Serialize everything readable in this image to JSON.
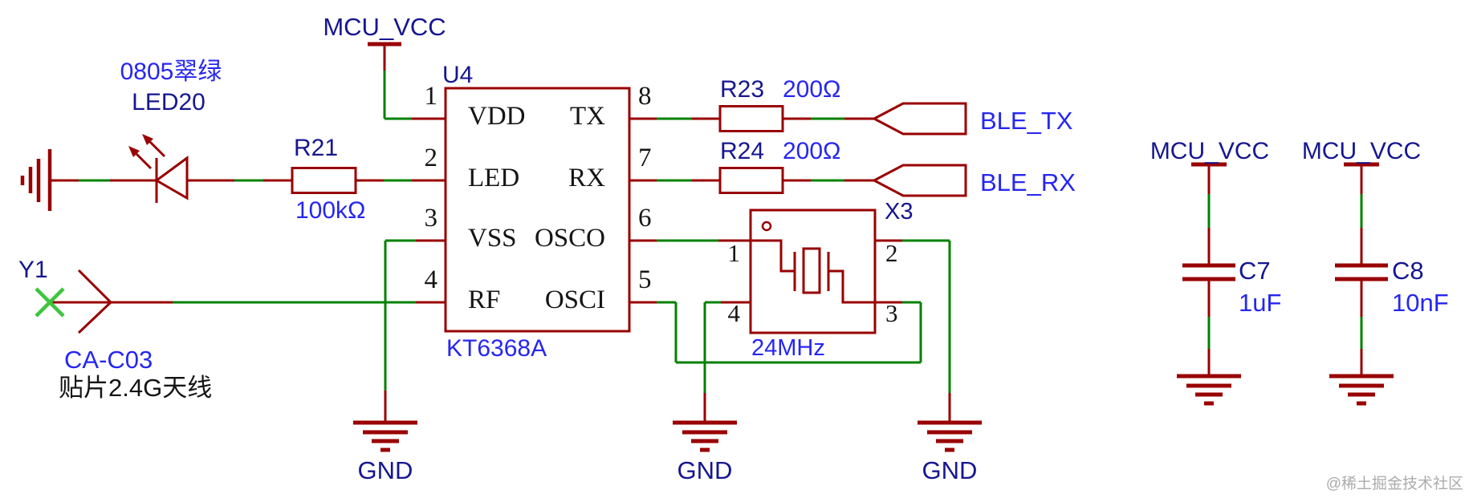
{
  "power": {
    "vcc": "MCU_VCC",
    "gnd": "GND"
  },
  "led": {
    "line1": "0805翠绿",
    "line2": "LED20"
  },
  "r21": {
    "ref": "R21",
    "value": "100kΩ"
  },
  "r23": {
    "ref": "R23",
    "value": "200Ω"
  },
  "r24": {
    "ref": "R24",
    "value": "200Ω"
  },
  "u4": {
    "ref": "U4",
    "part": "KT6368A",
    "pins_left": [
      {
        "num": "1",
        "name": "VDD"
      },
      {
        "num": "2",
        "name": "LED"
      },
      {
        "num": "3",
        "name": "VSS"
      },
      {
        "num": "4",
        "name": "RF"
      }
    ],
    "pins_right": [
      {
        "num": "8",
        "name": "TX"
      },
      {
        "num": "7",
        "name": "RX"
      },
      {
        "num": "6",
        "name": "OSCO"
      },
      {
        "num": "5",
        "name": "OSCI"
      }
    ]
  },
  "flags": {
    "tx": "BLE_TX",
    "rx": "BLE_RX"
  },
  "x3": {
    "ref": "X3",
    "value": "24MHz",
    "pins": {
      "p1": "1",
      "p2": "2",
      "p3": "3",
      "p4": "4"
    }
  },
  "y1": {
    "ref": "Y1",
    "part": "CA-C03",
    "desc": "贴片2.4G天线"
  },
  "c7": {
    "ref": "C7",
    "value": "1uF"
  },
  "c8": {
    "ref": "C8",
    "value": "10nF"
  },
  "watermark": "@稀土掘金技术社区",
  "colors": {
    "component_red": "#990000",
    "wire_green": "#008000",
    "no_connect_green": "#3DC53D",
    "ref_navy": "#16168F",
    "value_blue": "#2626F2",
    "pin_black": "#151515",
    "watermark_gray": "#ABABAB"
  }
}
